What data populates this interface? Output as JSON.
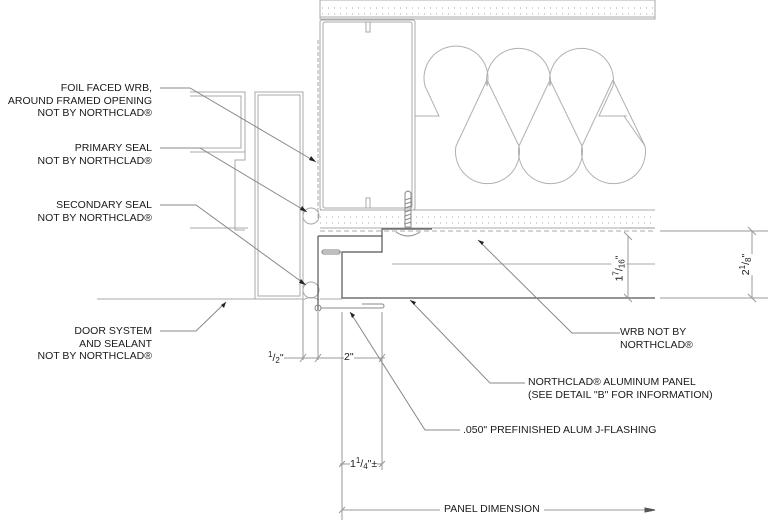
{
  "drawing": {
    "subject": "Aluminum panel at door jamb detail",
    "colors": {
      "linework": "#9a9a9a",
      "dark_linework": "#555555",
      "text": "#1a1a1a",
      "background": "#ffffff"
    }
  },
  "labels": {
    "foil_wrb": [
      "FOIL FACED WRB,",
      "AROUND FRAMED OPENING",
      "NOT BY NORTHCLAD®"
    ],
    "primary_seal": [
      "PRIMARY SEAL",
      "NOT BY NORTHCLAD®"
    ],
    "secondary_seal": [
      "SECONDARY SEAL",
      "NOT BY NORTHCLAD®"
    ],
    "door_system": [
      "DOOR SYSTEM",
      "AND SEALANT",
      "NOT BY NORTHCLAD®"
    ],
    "wrb": [
      "WRB NOT BY",
      "NORTHCLAD®"
    ],
    "aluminum_panel": [
      "NORTHCLAD® ALUMINUM PANEL",
      "(SEE DETAIL \"B\" FOR INFORMATION)"
    ],
    "j_flashing": ".050\" PREFINISHED ALUM J-FLASHING"
  },
  "dimensions": {
    "half_inch": {
      "whole": "",
      "num": "1",
      "den": "2",
      "unit": "\""
    },
    "two_inch": "2\"",
    "seven_sixteenths": {
      "whole": "1",
      "num": "7",
      "den": "16",
      "unit": "\""
    },
    "two_one_eighth": {
      "whole": "2",
      "num": "1",
      "den": "8",
      "unit": "\""
    },
    "one_quarter": {
      "whole": "1",
      "num": "1",
      "den": "4",
      "unit": "\"±"
    },
    "panel_dimension": "PANEL DIMENSION"
  }
}
